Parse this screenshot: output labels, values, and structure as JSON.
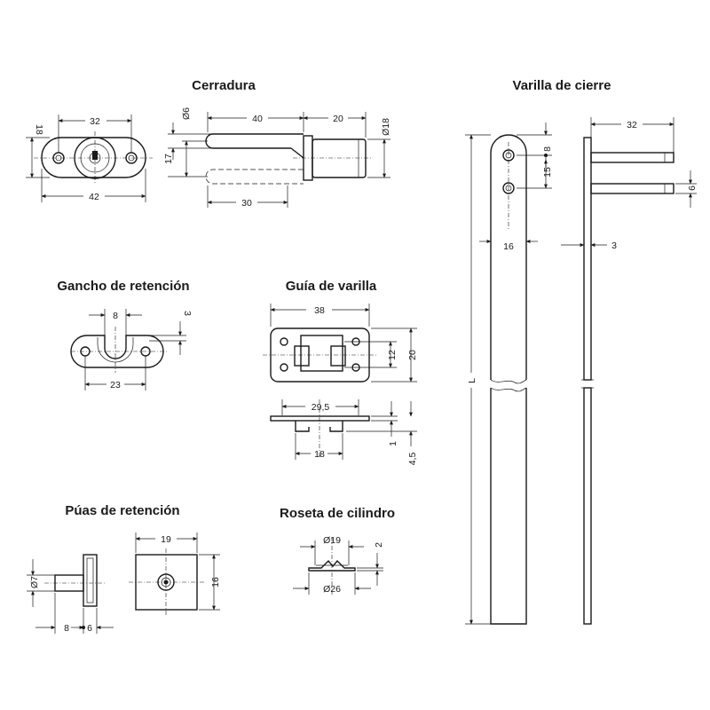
{
  "titles": {
    "cerradura": "Cerradura",
    "varilla_de_cierre": "Varilla de cierre",
    "gancho_de_retencion": "Gancho de retención",
    "guia_de_varilla": "Guía de varilla",
    "puas_de_retencion": "Púas de retención",
    "roseta_de_cilindro": "Roseta de cilindro"
  },
  "dims": {
    "cerradura": {
      "width_top": "32",
      "height": "18",
      "width_bottom": "42",
      "pin_dia": "Ø6",
      "length_top": "40",
      "body_len": "20",
      "body_dia": "Ø18",
      "pin_gap": "17",
      "length_bottom": "30"
    },
    "varilla": {
      "hole_top": "8",
      "hole_spacing": "15",
      "width": "16",
      "length": "L",
      "pin_len": "32",
      "pin_dia": "6",
      "thickness": "3"
    },
    "gancho": {
      "slot": "8",
      "depth": "3",
      "holes": "23"
    },
    "guia": {
      "width": "38",
      "inner_h": "12",
      "outer_h": "20",
      "base_w": "29,5",
      "inner_w": "18",
      "thick": "1",
      "height": "4,5"
    },
    "puas": {
      "pin_dia": "Ø7",
      "pin_len": "8",
      "head_len": "6",
      "plate_w": "19",
      "plate_h": "16"
    },
    "roseta": {
      "inner_dia": "Ø19",
      "height": "2",
      "outer_dia": "Ø26"
    }
  }
}
